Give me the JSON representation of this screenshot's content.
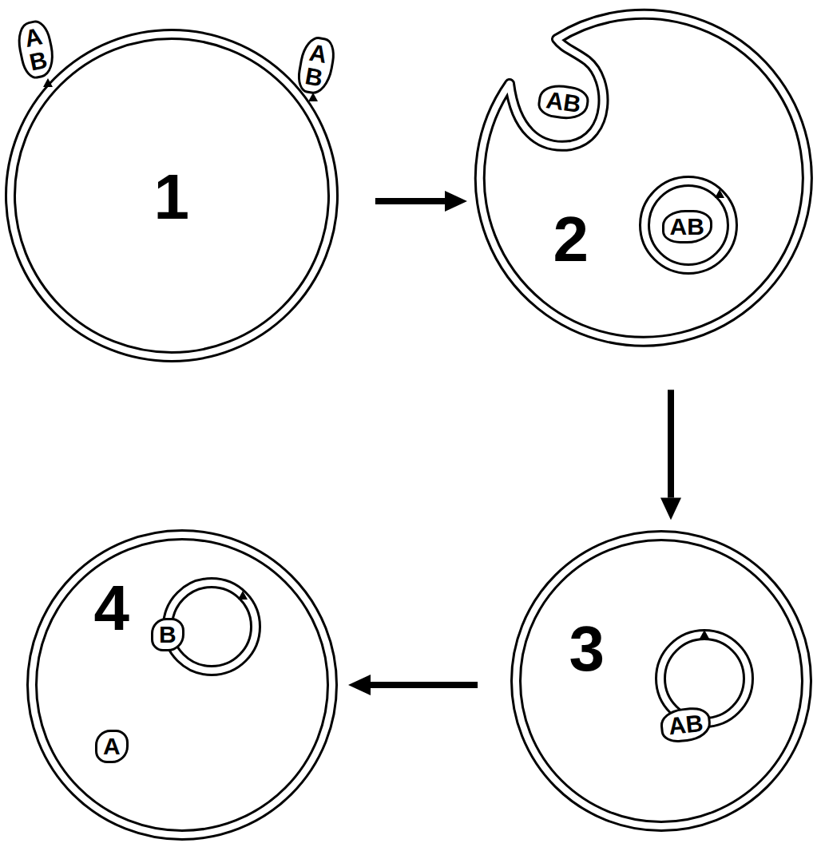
{
  "diagram": {
    "nodes": [
      {
        "text": [
          "1"
        ]
      },
      {
        "text": [
          "A",
          "B"
        ]
      },
      {
        "text": [
          "A",
          "B"
        ]
      },
      {
        "text": [
          "2"
        ]
      },
      {
        "text": [
          "A",
          "B"
        ],
        "in": 3
      },
      {
        "text": [
          "A",
          "B"
        ],
        "in": 3
      },
      {
        "text": [
          "3"
        ]
      },
      {
        "text": [
          "A",
          "B"
        ],
        "in": 6
      },
      {
        "text": [
          "4"
        ]
      },
      {
        "text": [
          "B"
        ],
        "in": 8
      },
      {
        "text": [
          "A"
        ],
        "in": 8
      }
    ],
    "edges": [
      {
        "from": 0,
        "to": 3,
        "arrow": "to"
      },
      {
        "from": 3,
        "to": 6,
        "arrow": "to"
      },
      {
        "from": 6,
        "to": 8,
        "arrow": "to"
      }
    ]
  }
}
